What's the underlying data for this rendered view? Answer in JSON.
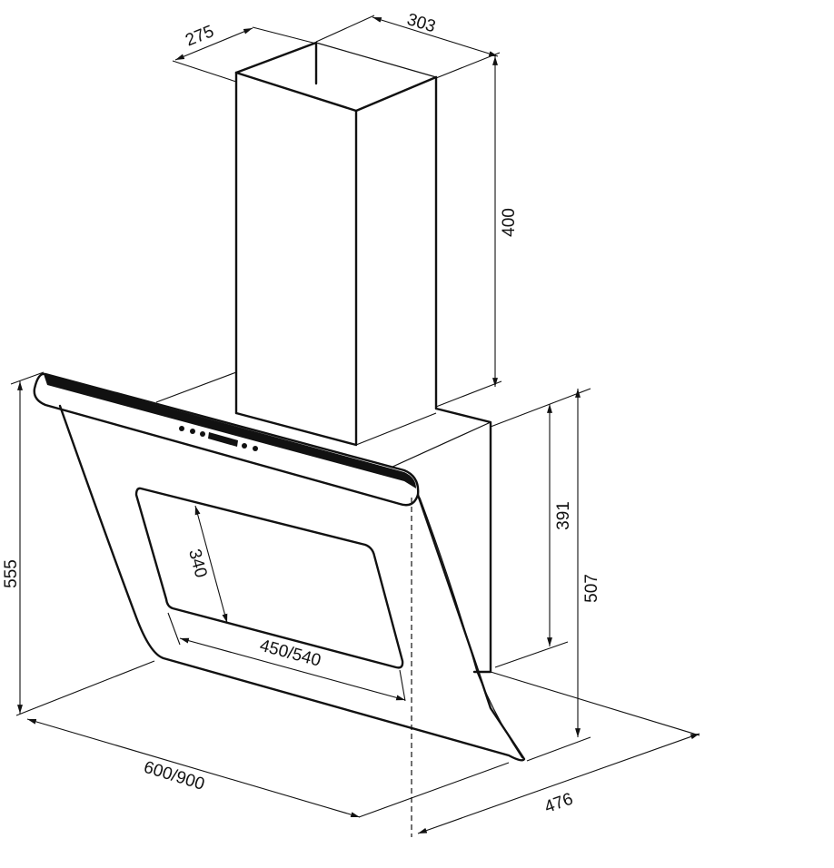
{
  "title": "Range hood dimension drawing",
  "dimensions": {
    "chimney_depth": "275",
    "chimney_width": "303",
    "chimney_height": "400",
    "total_height": "555",
    "body_height": "391",
    "side_height": "507",
    "window_height": "340",
    "window_width": "450/540",
    "hood_width": "600/900",
    "hood_depth": "476"
  },
  "colors": {
    "line": "#111111",
    "background": "#ffffff"
  }
}
